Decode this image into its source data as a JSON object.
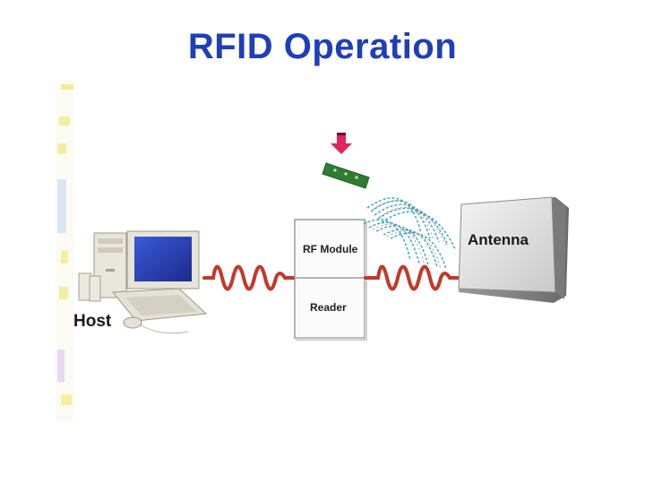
{
  "slide": {
    "title": "RFID Operation"
  },
  "diagram": {
    "labels": {
      "host": "Host",
      "rf_module": "RF Module",
      "reader": "Reader",
      "antenna": "Antenna"
    },
    "colors": {
      "title": "#1f3fb8",
      "signal_wave": "#c0392b",
      "field_lines": "#3fa9c9",
      "tag": "#2e7d32",
      "arrow": "#e0245e"
    },
    "icons": [
      "computer-icon",
      "antenna-icon",
      "rfid-tag-icon",
      "down-arrow-icon"
    ]
  }
}
